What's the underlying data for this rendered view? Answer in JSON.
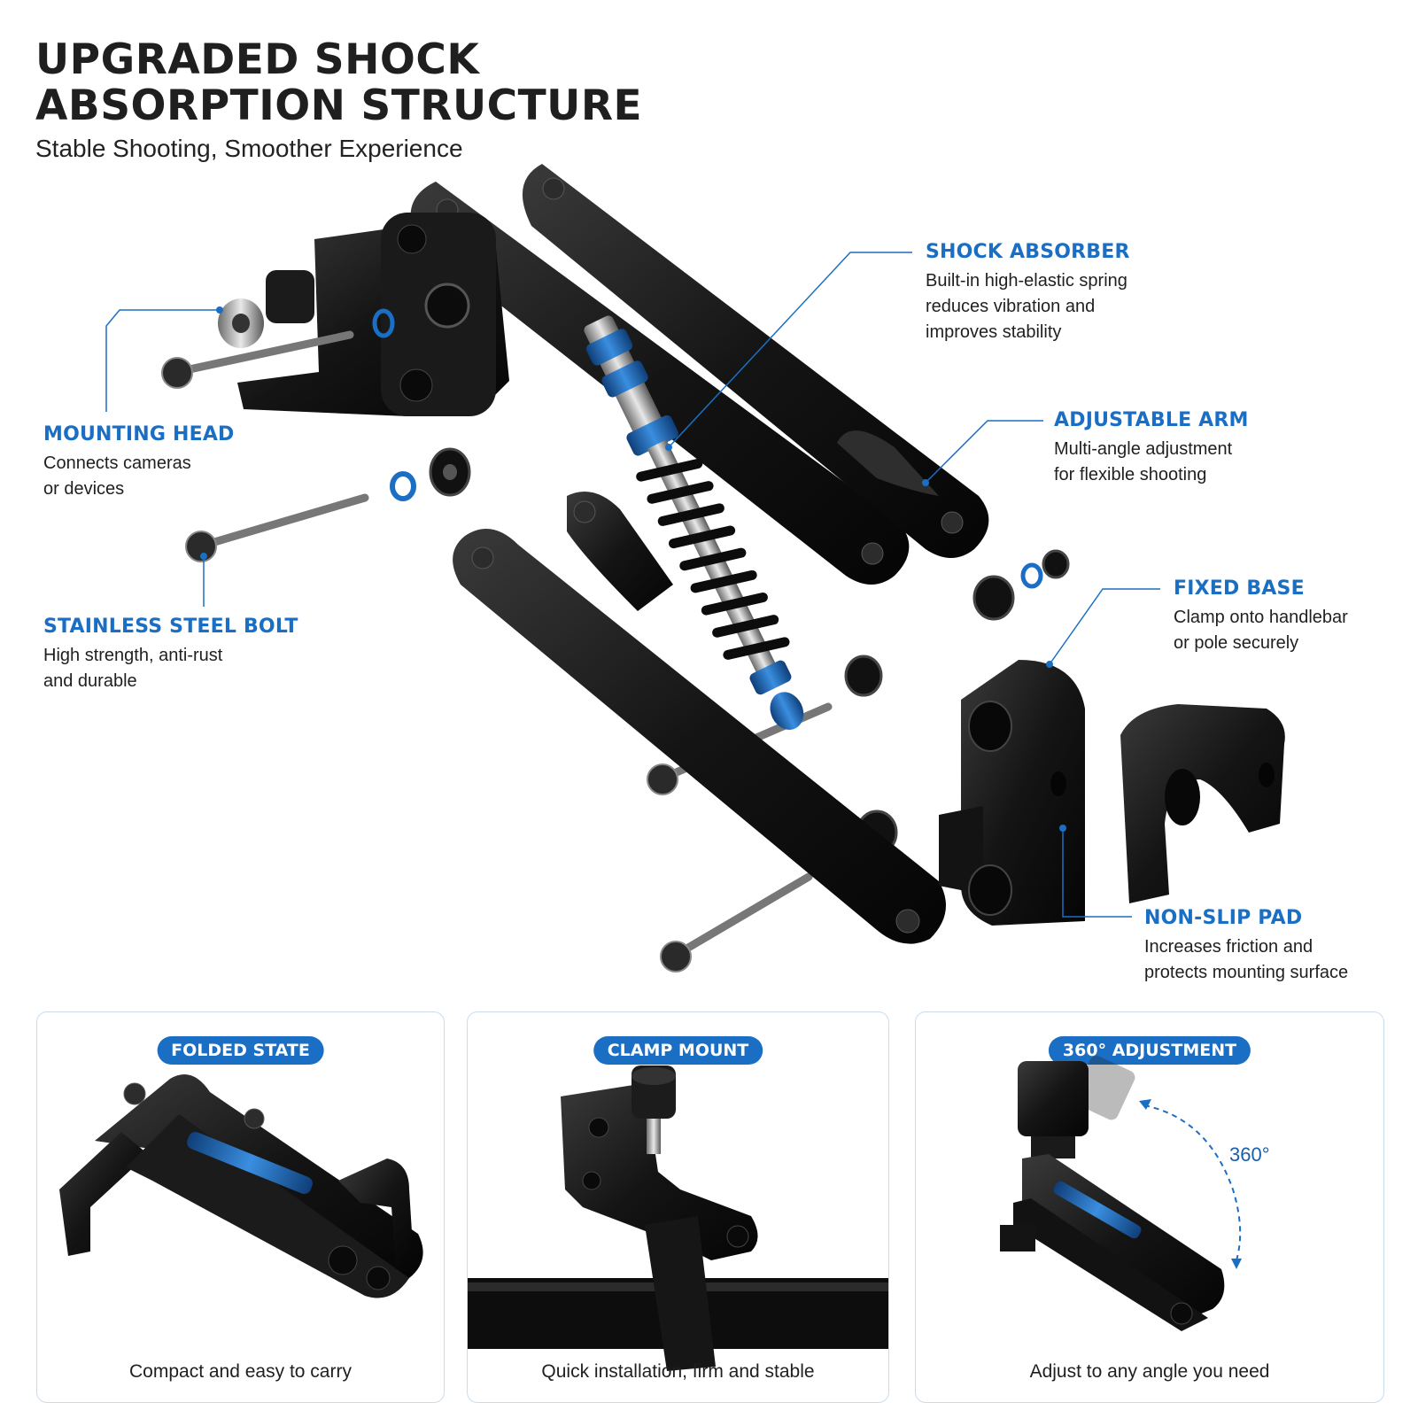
{
  "title_line1": "UPGRADED SHOCK",
  "title_line2": "ABSORPTION STRUCTURE",
  "subtitle": "Stable Shooting, Smoother Experience",
  "colors": {
    "accent": "#1a6fc4",
    "metal": "#161616",
    "border": "#c9dcef"
  },
  "callouts": {
    "mounting_head": {
      "title": "MOUNTING HEAD",
      "desc": [
        "Connects cameras",
        "or devices"
      ]
    },
    "stainless_bolt": {
      "title": "STAINLESS STEEL BOLT",
      "desc": [
        "High strength, anti-rust",
        "and durable"
      ]
    },
    "shock_absorber": {
      "title": "SHOCK ABSORBER",
      "desc": [
        "Built-in high-elastic spring",
        "reduces vibration and",
        "improves stability"
      ]
    },
    "adjustable_arm": {
      "title": "ADJUSTABLE ARM",
      "desc": [
        "Multi-angle adjustment",
        "for flexible shooting"
      ]
    },
    "fixed_base": {
      "title": "FIXED BASE",
      "desc": [
        "Clamp onto handlebar",
        "or pole securely"
      ]
    },
    "non_slip_pad": {
      "title": "NON-SLIP PAD",
      "desc": [
        "Increases friction and",
        "protects mounting surface"
      ]
    }
  },
  "panels": [
    {
      "badge": "FOLDED STATE",
      "caption": "Compact and easy to carry"
    },
    {
      "badge": "CLAMP MOUNT",
      "caption": "Quick installation, firm and stable"
    },
    {
      "badge": "360° ADJUSTMENT",
      "caption": "Adjust to any angle you need",
      "rotation_label": "360°"
    }
  ]
}
